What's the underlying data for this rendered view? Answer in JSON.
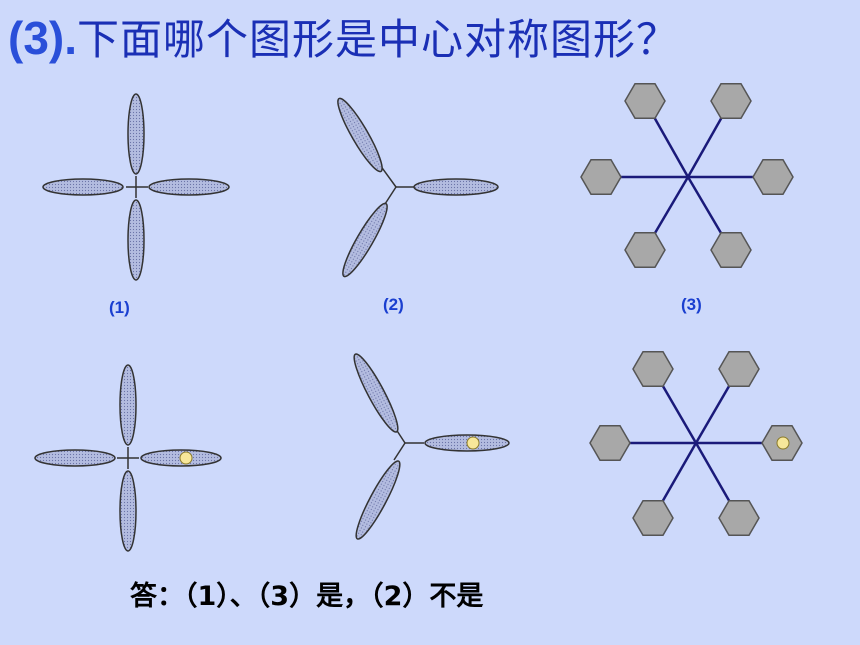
{
  "question": {
    "number": "(3).",
    "text": "下面哪个图形是中心对称图形？"
  },
  "figures": [
    {
      "caption": "(1)",
      "shape": "four-petal-cross"
    },
    {
      "caption": "(2)",
      "shape": "three-petal-pinwheel"
    },
    {
      "caption": "(3)",
      "shape": "six-hexagon-star"
    }
  ],
  "answer": "答：（1）、（3）是，（2）不是",
  "colors": {
    "background": "#cdd9fb",
    "title_number": "#2a4fd9",
    "title_text": "#1a2fb5",
    "petal_fill": "#b3bce0",
    "hexagon_fill": "#a8a8a8",
    "spoke": "#1a1a7a",
    "marker_dot": "#f7e79a"
  }
}
